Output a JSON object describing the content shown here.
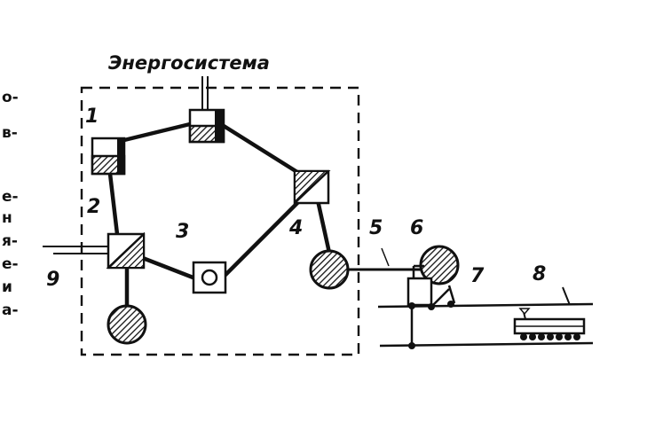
{
  "title": "Энергосистема",
  "labels": {
    "l1": "1",
    "l2": "2",
    "l3": "3",
    "l4": "4",
    "l5": "5",
    "l6": "6",
    "l7": "7",
    "l8": "8",
    "l9": "9"
  },
  "margin_text": [
    "о-",
    "в-",
    "е-",
    "н",
    "я-",
    "е-",
    "и",
    "а-"
  ]
}
